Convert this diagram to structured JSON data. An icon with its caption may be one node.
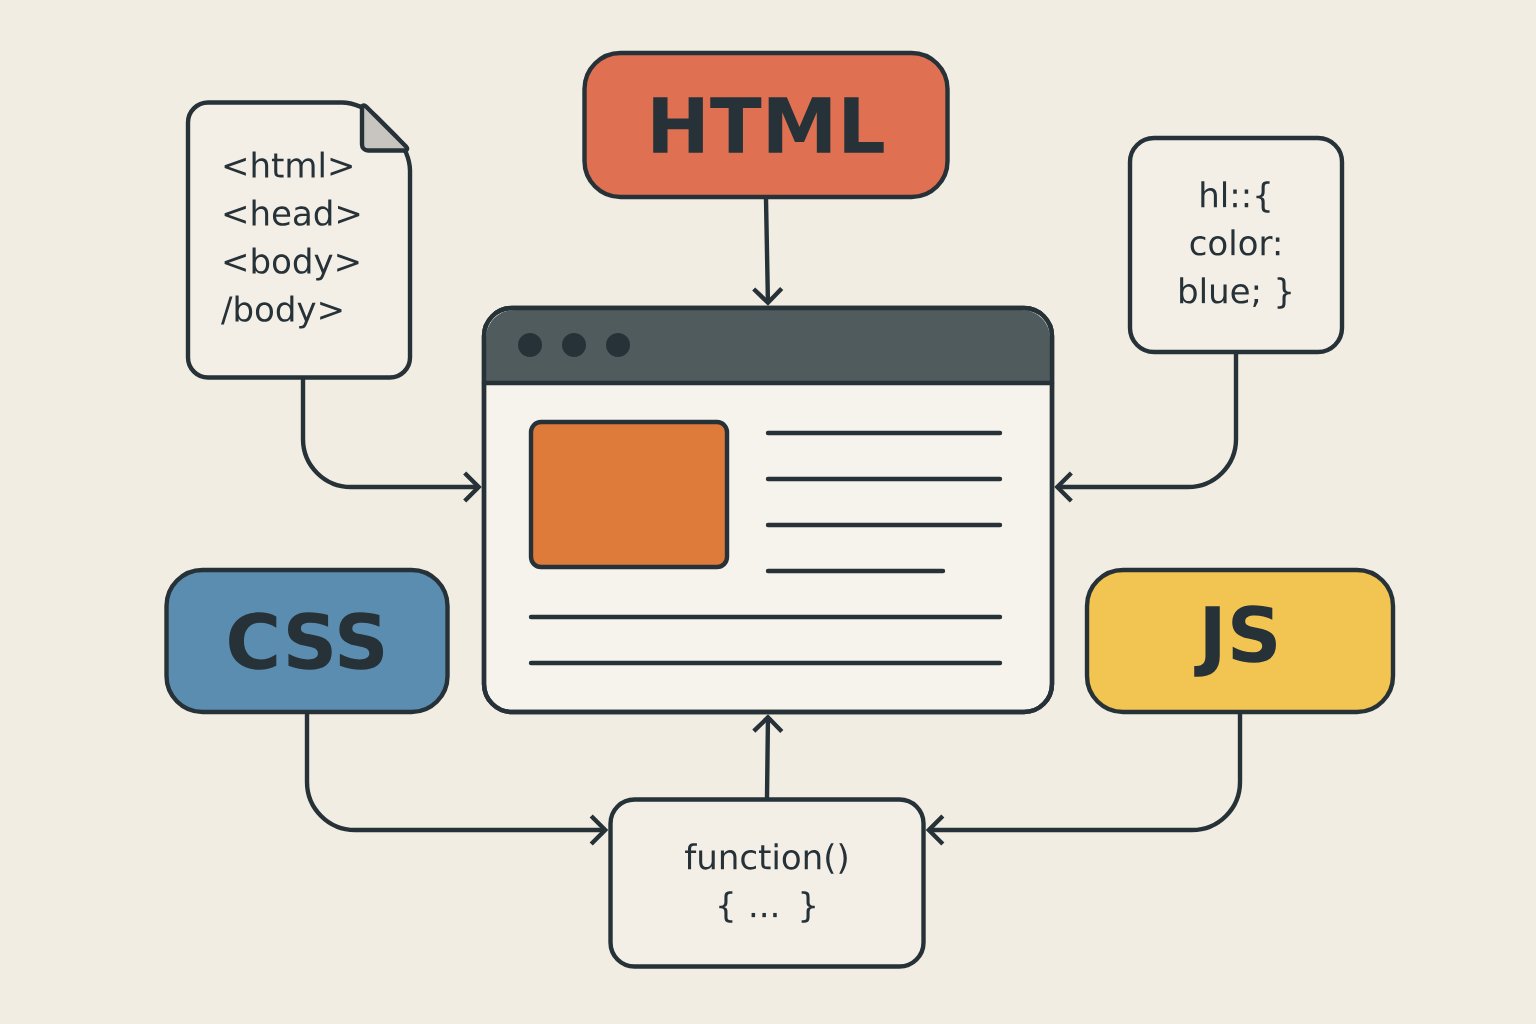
{
  "diagram": {
    "nodes": [
      {
        "text": [
          "<html> <head> <body> /body>"
        ]
      },
      {
        "text": [
          "HTML"
        ]
      },
      {
        "text": [
          "hl::{ color: blue; }"
        ]
      },
      {
        "text": [],
        "shape": "picture"
      },
      {
        "text": [
          "CSS"
        ]
      },
      {
        "text": [
          "JS"
        ]
      },
      {
        "text": [
          "function() { ... }"
        ]
      }
    ],
    "edges": [
      {
        "from": 1,
        "to": 3,
        "arrow": "to"
      },
      {
        "from": 0,
        "to": 3,
        "arrow": "to"
      },
      {
        "from": 2,
        "to": 3,
        "arrow": "to"
      },
      {
        "from": 4,
        "to": 6,
        "arrow": "to"
      },
      {
        "from": 5,
        "to": 6,
        "arrow": "to"
      },
      {
        "from": 6,
        "to": 3,
        "arrow": "to"
      }
    ]
  }
}
